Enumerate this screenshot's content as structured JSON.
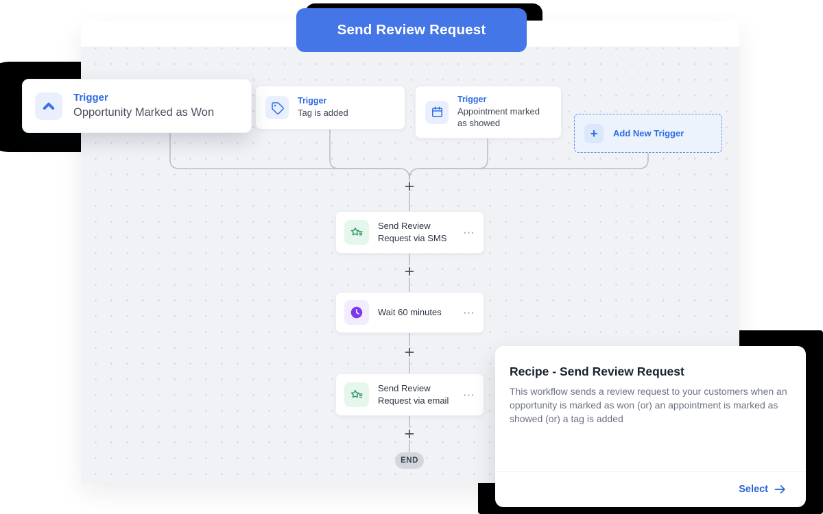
{
  "banner": {
    "label": "Send Review Request"
  },
  "triggers": [
    {
      "type_label": "Trigger",
      "title": "Opportunity Marked as Won",
      "icon": "chevron-up-icon"
    },
    {
      "type_label": "Trigger",
      "title": "Tag is added",
      "icon": "tag-icon"
    },
    {
      "type_label": "Trigger",
      "title": "Appointment marked as showed",
      "icon": "calendar-icon"
    }
  ],
  "add_trigger": {
    "label": "Add New Trigger",
    "icon": "plus-icon"
  },
  "actions": [
    {
      "title": "Send Review Request via SMS",
      "icon": "review-star-icon"
    },
    {
      "title": "Wait 60 minutes",
      "icon": "clock-icon"
    },
    {
      "title": "Send Review Request via email",
      "icon": "review-star-icon"
    }
  ],
  "end_label": "END",
  "recipe_panel": {
    "title": "Recipe - Send Review Request",
    "description": "This workflow sends a review request to your customers when an opportunity is marked as won (or) an appointment is marked as showed (or) a tag is added",
    "select_label": "Select",
    "arrow": "→"
  },
  "icons": {
    "plus": "+",
    "more_options": "⋯"
  },
  "colors": {
    "accent_blue": "#4476e8",
    "trigger_blue": "#2f6be0",
    "action_green": "#27935c",
    "wait_purple": "#7c3aed",
    "canvas_bg": "#f0f2f5",
    "decor_black": "#000000",
    "end_gray": "#d3d7dd"
  }
}
